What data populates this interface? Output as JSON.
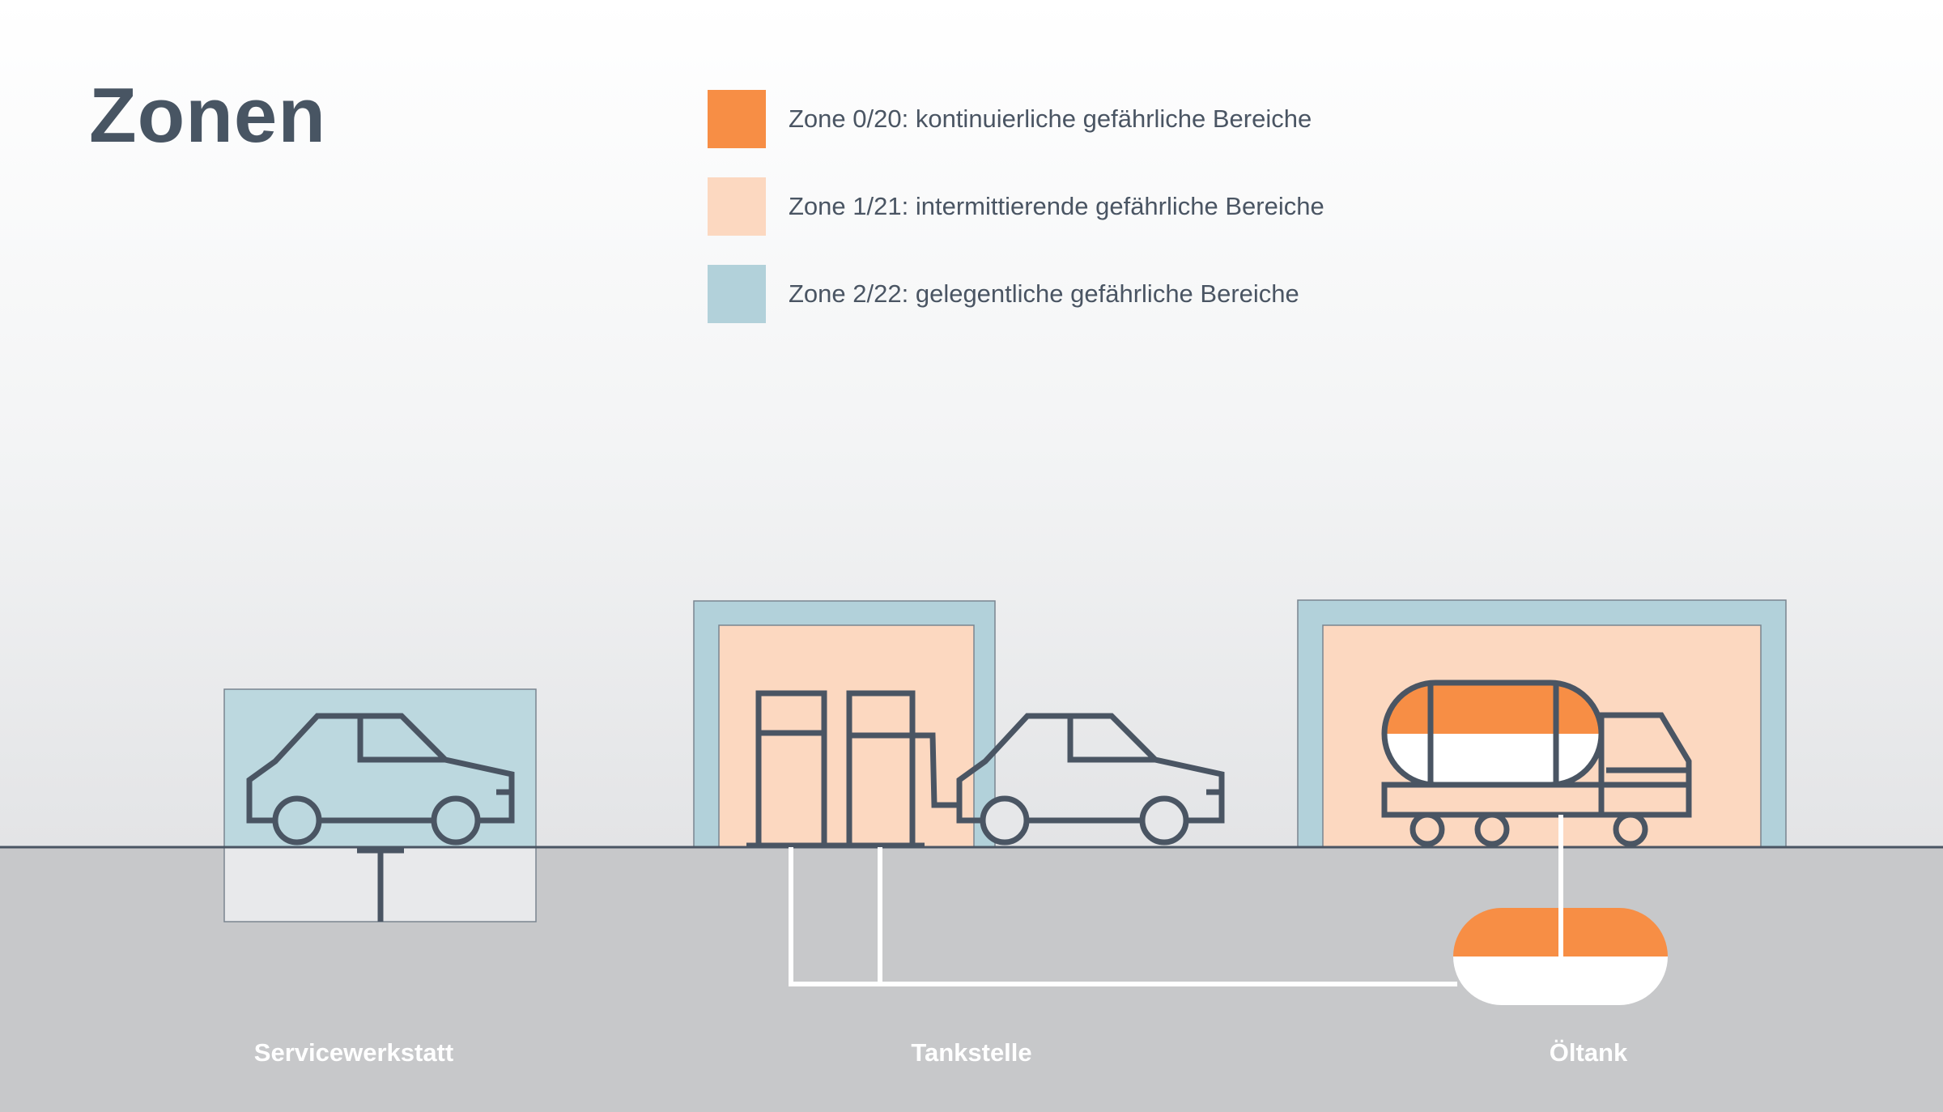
{
  "title": "Zonen",
  "legend": [
    {
      "label": "Zone 0/20: kontinuierliche gefährliche Bereiche",
      "color": "#f78e45"
    },
    {
      "label": "Zone 1/21: intermittierende gefährliche Bereiche",
      "color": "#fcd8c0"
    },
    {
      "label": "Zone 2/22: gelegentliche gefährliche Bereiche",
      "color": "#b2d1da"
    }
  ],
  "sites": {
    "workshop": "Servicewerkstatt",
    "station": "Tankstelle",
    "oiltank": "Öltank"
  },
  "colors": {
    "outline": "#4a5563",
    "ground": "#c7c8ca",
    "underground_box": "#e8e9eb",
    "pipe": "#ffffff"
  },
  "icons": [
    "car-icon",
    "fuel-pump-icon",
    "tanker-truck-icon",
    "oil-tank-icon",
    "car-lift-icon"
  ]
}
